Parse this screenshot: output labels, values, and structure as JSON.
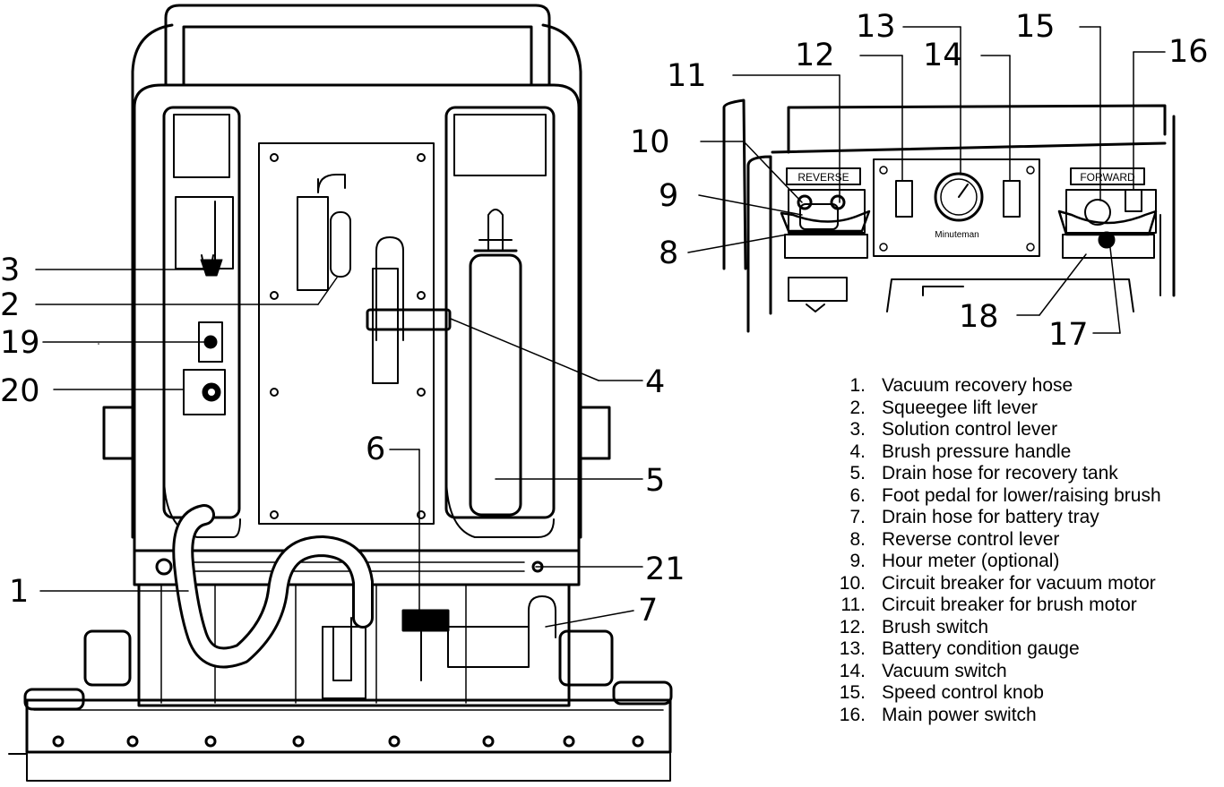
{
  "callouts": [
    "1",
    "2",
    "3",
    "4",
    "5",
    "6",
    "7",
    "8",
    "9",
    "10",
    "11",
    "12",
    "13",
    "14",
    "15",
    "16",
    "17",
    "18",
    "19",
    "20",
    "21"
  ],
  "panel_labels": {
    "reverse": "REVERSE",
    "forward": "FORWARD",
    "gauge_brand": "Minuteman"
  },
  "legend": [
    {
      "num": "1.",
      "text": "Vacuum recovery hose"
    },
    {
      "num": "2.",
      "text": "Squeegee lift lever"
    },
    {
      "num": "3.",
      "text": "Solution control lever"
    },
    {
      "num": "4.",
      "text": "Brush pressure handle"
    },
    {
      "num": "5.",
      "text": "Drain hose for recovery tank"
    },
    {
      "num": "6.",
      "text": "Foot pedal for lower/raising brush"
    },
    {
      "num": "7.",
      "text": "Drain hose for battery tray"
    },
    {
      "num": "8.",
      "text": "Reverse control lever"
    },
    {
      "num": "9.",
      "text": "Hour meter (optional)"
    },
    {
      "num": "10.",
      "text": "Circuit breaker for vacuum motor"
    },
    {
      "num": "11.",
      "text": "Circuit breaker for brush motor"
    },
    {
      "num": "12.",
      "text": "Brush switch"
    },
    {
      "num": "13.",
      "text": "Battery condition gauge"
    },
    {
      "num": "14.",
      "text": "Vacuum switch"
    },
    {
      "num": "15.",
      "text": "Speed control knob"
    },
    {
      "num": "16.",
      "text": "Main power switch"
    }
  ]
}
